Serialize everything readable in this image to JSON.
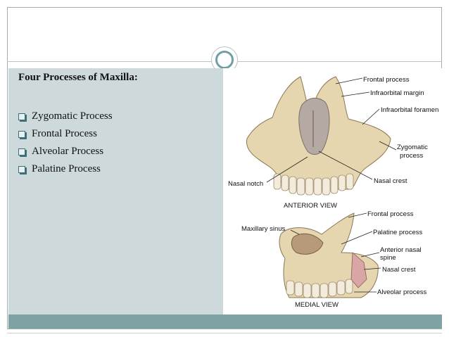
{
  "slide": {
    "title": "Four Processes of Maxilla:",
    "bullets": [
      "Zygomatic Process",
      "Frontal Process",
      "Alveolar Process",
      "Palatine Process"
    ]
  },
  "figure": {
    "anterior": {
      "caption": "ANTERIOR VIEW",
      "labels": {
        "frontal": "Frontal process",
        "infraorbital_margin": "Infraorbital margin",
        "infraorbital_foramen": "Infraorbital foramen",
        "zygomatic_1": "Zygomatic",
        "zygomatic_2": "process",
        "nasal_notch": "Nasal notch",
        "nasal_crest": "Nasal crest"
      }
    },
    "medial": {
      "caption": "MEDIAL VIEW",
      "labels": {
        "frontal": "Frontal process",
        "maxillary_sinus": "Maxillary sinus",
        "palatine": "Palatine process",
        "anterior_nasal_1": "Anterior nasal",
        "anterior_nasal_2": "spine",
        "nasal_crest": "Nasal crest",
        "alveolar": "Alveolar process"
      }
    }
  },
  "colors": {
    "left_panel": "#ced9dc",
    "bottom_band": "#7fa2a5",
    "circle_accent": "#6f9ea6",
    "bone": "#e6d6b0"
  }
}
